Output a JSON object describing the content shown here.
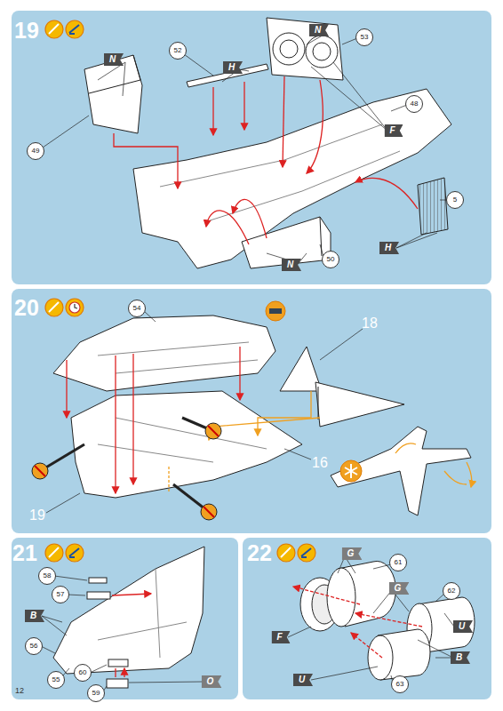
{
  "diagram": {
    "labels": [
      "19",
      "N",
      "52",
      "H",
      "N",
      "53",
      "48",
      "49",
      "F",
      "5",
      "H",
      "N",
      "50",
      "20",
      "54",
      "18",
      "16",
      "19",
      "21",
      "58",
      "57",
      "B",
      "56",
      "55",
      "60",
      "59",
      "O",
      "12",
      "22",
      "G",
      "61",
      "G",
      "62",
      "U",
      "F",
      "B",
      "U",
      "63"
    ]
  }
}
